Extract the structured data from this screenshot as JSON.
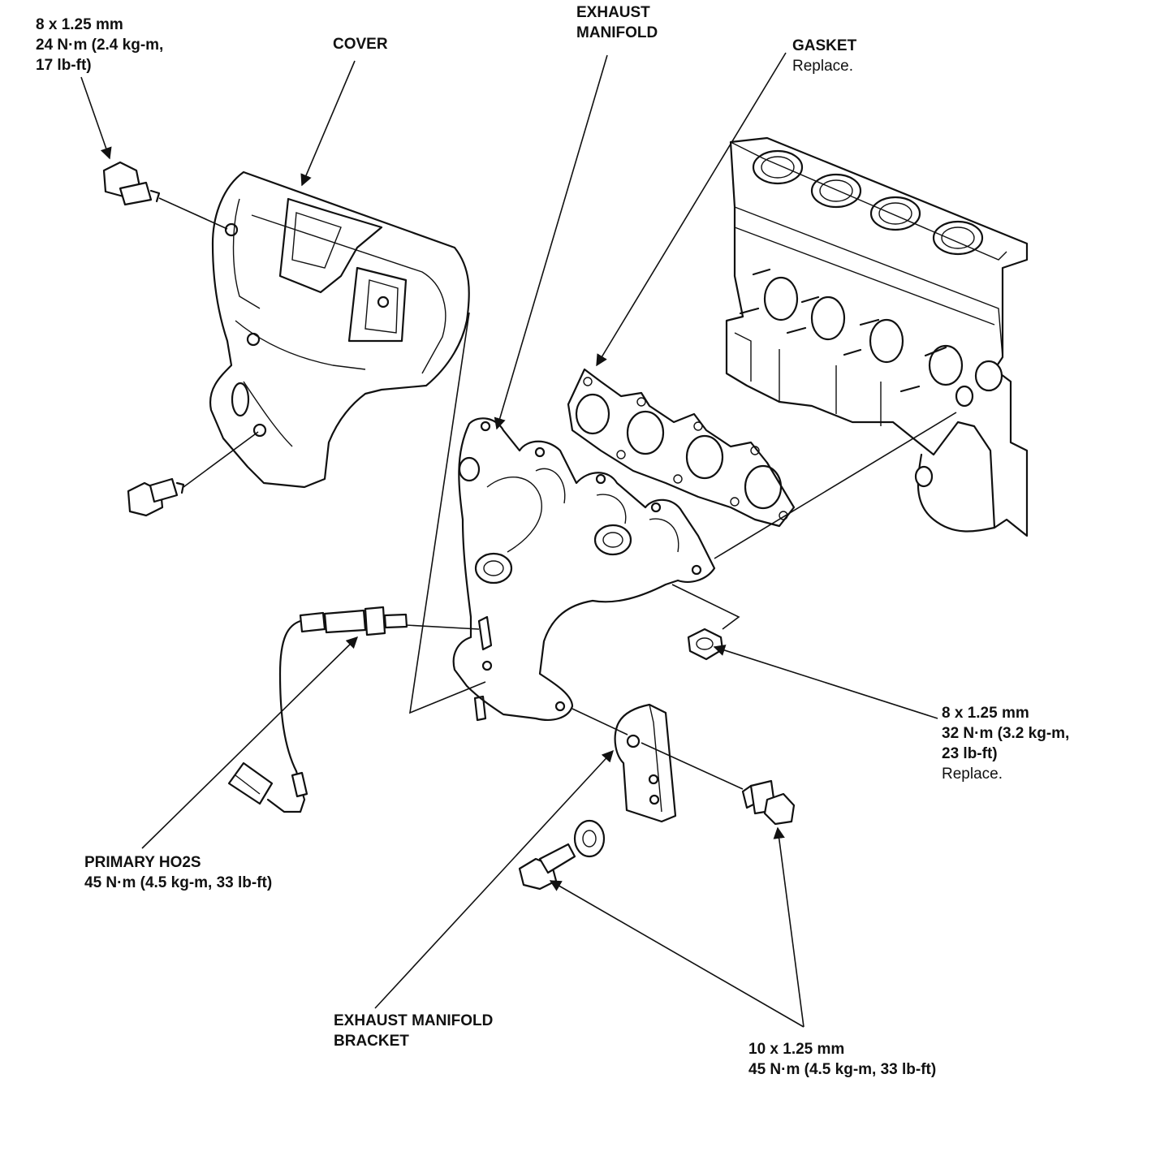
{
  "callouts": {
    "cover_bolt": {
      "line1": "8 x 1.25 mm",
      "line2": "24 N·m (2.4 kg-m,",
      "line3": "17 lb-ft)"
    },
    "cover": {
      "line1": "COVER"
    },
    "exhaust_manifold": {
      "line1": "EXHAUST",
      "line2": "MANIFOLD"
    },
    "gasket": {
      "line1": "GASKET",
      "line2": "Replace."
    },
    "manifold_nut": {
      "line1": "8 x 1.25 mm",
      "line2": "32 N·m (3.2 kg-m,",
      "line3": "23 lb-ft)",
      "line4": "Replace."
    },
    "primary_ho2s": {
      "line1": "PRIMARY HO2S",
      "line2": "45 N·m (4.5 kg-m, 33 lb-ft)"
    },
    "bracket": {
      "line1": "EXHAUST MANIFOLD",
      "line2": "BRACKET"
    },
    "bracket_bolt": {
      "line1": "10 x 1.25 mm",
      "line2": "45 N·m (4.5 kg-m, 33 lb-ft)"
    }
  },
  "colors": {
    "ink": "#111111",
    "background": "#ffffff"
  }
}
